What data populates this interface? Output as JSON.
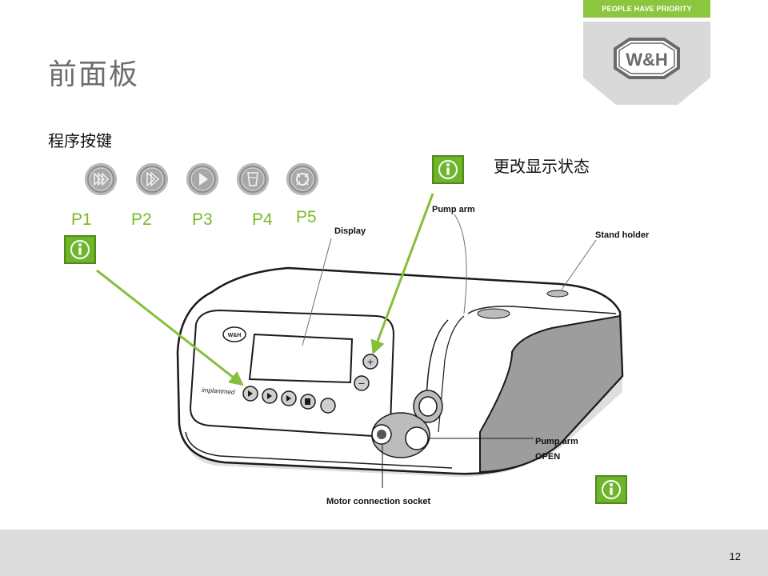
{
  "tagline": "PEOPLE HAVE PRIORITY",
  "logo": {
    "text": "W&H"
  },
  "title": "前面板",
  "subheading": "程序按键",
  "callout_text": "更改显示状态",
  "program_buttons": [
    {
      "label": "P1",
      "icon": "fast-forward-icon"
    },
    {
      "label": "P2",
      "icon": "forward-icon"
    },
    {
      "label": "P3",
      "icon": "play-icon"
    },
    {
      "label": "P4",
      "icon": "cup-icon"
    },
    {
      "label": "P5",
      "icon": "reverse-icon"
    }
  ],
  "annotations": {
    "display": "Display",
    "pump_arm": "Pump arm",
    "stand_holder": "Stand holder",
    "pump_arm_open_line1": "Pump arm",
    "pump_arm_open_line2": "OPEN",
    "motor_socket": "Motor connection socket"
  },
  "device": {
    "brand": "W&H",
    "model": "implantmed"
  },
  "page_number": "12",
  "colors": {
    "accent_green": "#8cc63f",
    "label_green": "#7ab928",
    "button_gray": "#8e8e8e",
    "footer_gray": "#dcdcdc"
  }
}
